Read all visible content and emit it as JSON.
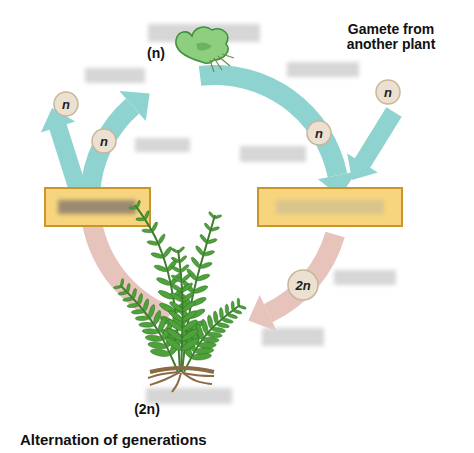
{
  "diagram": {
    "title": "Alternation of generations",
    "nodes": [
      {
        "text": [
          "n"
        ]
      },
      {
        "text": [
          "n"
        ]
      },
      {
        "text": [
          "n"
        ]
      },
      {
        "text": [
          "n"
        ]
      },
      {
        "text": [
          "2n"
        ]
      }
    ],
    "labels": [
      "(n)",
      "Gamete from another plant",
      "(2n)"
    ]
  }
}
